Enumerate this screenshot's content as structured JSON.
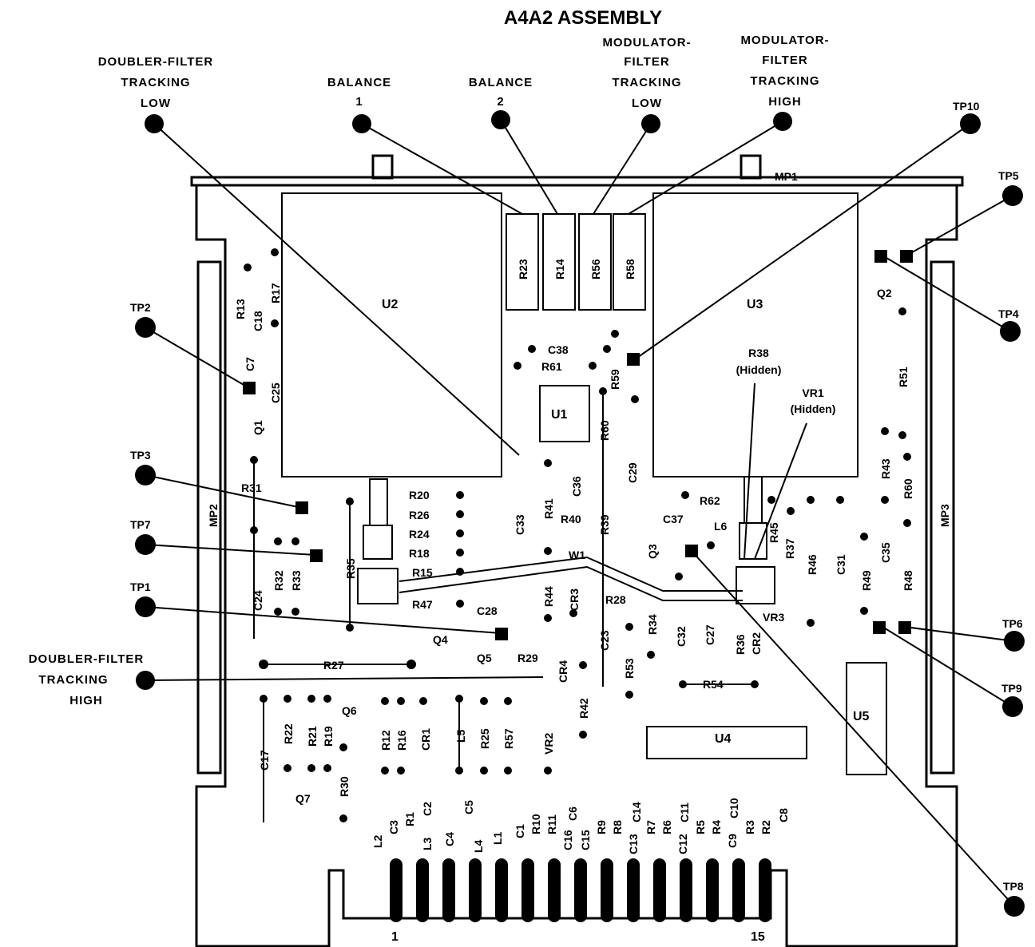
{
  "title": "A4A2 ASSEMBLY",
  "callouts": {
    "doubler_low": [
      "DOUBLER-FILTER",
      "TRACKING",
      "LOW"
    ],
    "balance1": [
      "BALANCE",
      "1"
    ],
    "balance2": [
      "BALANCE",
      "2"
    ],
    "mod_low": [
      "MODULATOR-",
      "FILTER",
      "TRACKING",
      "LOW"
    ],
    "mod_high": [
      "MODULATOR-",
      "FILTER",
      "TRACKING",
      "HIGH"
    ],
    "doubler_high": [
      "DOUBLER-FILTER",
      "TRACKING",
      "HIGH"
    ]
  },
  "test_points": [
    "TP1",
    "TP2",
    "TP3",
    "TP4",
    "TP5",
    "TP6",
    "TP7",
    "TP8",
    "TP9",
    "TP10"
  ],
  "modules": {
    "u2": "U2",
    "u3": "U3",
    "u1": "U1",
    "u4": "U4",
    "u5": "U5"
  },
  "pots": [
    "R23",
    "R14",
    "R56",
    "R58"
  ],
  "mech": {
    "mp1": "MP1",
    "mp2": "MP2",
    "mp3": "MP3",
    "w1": "W1",
    "l6": "L6",
    "vr3": "VR3"
  },
  "hidden": {
    "r38": [
      "R38",
      "(Hidden)"
    ],
    "vr1": [
      "VR1",
      "(Hidden)"
    ]
  },
  "left_parts": [
    "R13",
    "C18",
    "R17",
    "C7",
    "C25",
    "Q1",
    "R31",
    "C24",
    "R32",
    "R33",
    "R35"
  ],
  "mid_parts": [
    "R20",
    "R26",
    "R24",
    "R18",
    "R15",
    "R47",
    "C28",
    "C33",
    "R41",
    "C36",
    "R40",
    "R44",
    "CR3",
    "R39",
    "C38",
    "R61",
    "R59",
    "R60",
    "C29",
    "C37",
    "Q3",
    "R62",
    "R28",
    "C23",
    "R53",
    "R34",
    "C32",
    "C27",
    "R36",
    "CR2",
    "R46",
    "R45",
    "R37",
    "C31",
    "R54",
    "Q4",
    "Q5",
    "R29",
    "CR4",
    "R42",
    "R27"
  ],
  "right_parts": [
    "Q2",
    "R51",
    "R43",
    "R60",
    "C35",
    "R49",
    "R48"
  ],
  "lower_parts": [
    "C17",
    "R22",
    "R21",
    "R19",
    "Q6",
    "R30",
    "Q7",
    "R12",
    "R16",
    "CR1",
    "L5",
    "R25",
    "R57",
    "VR2"
  ],
  "edge_labels": [
    "L2",
    "C3",
    "R1",
    "C2",
    "L3",
    "C4",
    "C5",
    "L4",
    "L1",
    "C1",
    "R10",
    "R11",
    "C16",
    "C6",
    "C15",
    "R9",
    "R8",
    "C13",
    "C14",
    "R7",
    "R6",
    "C12",
    "C11",
    "R5",
    "R4",
    "C9",
    "C10",
    "R3",
    "R2",
    "C8"
  ],
  "pin_numbers": {
    "first": "1",
    "last": "15"
  }
}
